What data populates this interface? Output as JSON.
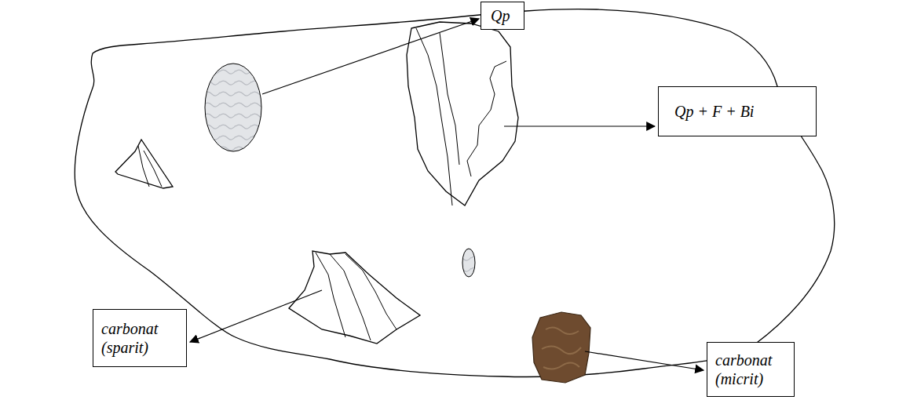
{
  "diagram": {
    "nodes": [
      {
        "text": [
          "Qp"
        ]
      },
      {
        "text": [
          "Qp + F + Bi"
        ]
      },
      {
        "text": [
          "carbonat (sparit)"
        ]
      },
      {
        "text": [
          "carbonat (micrit)"
        ]
      }
    ]
  }
}
